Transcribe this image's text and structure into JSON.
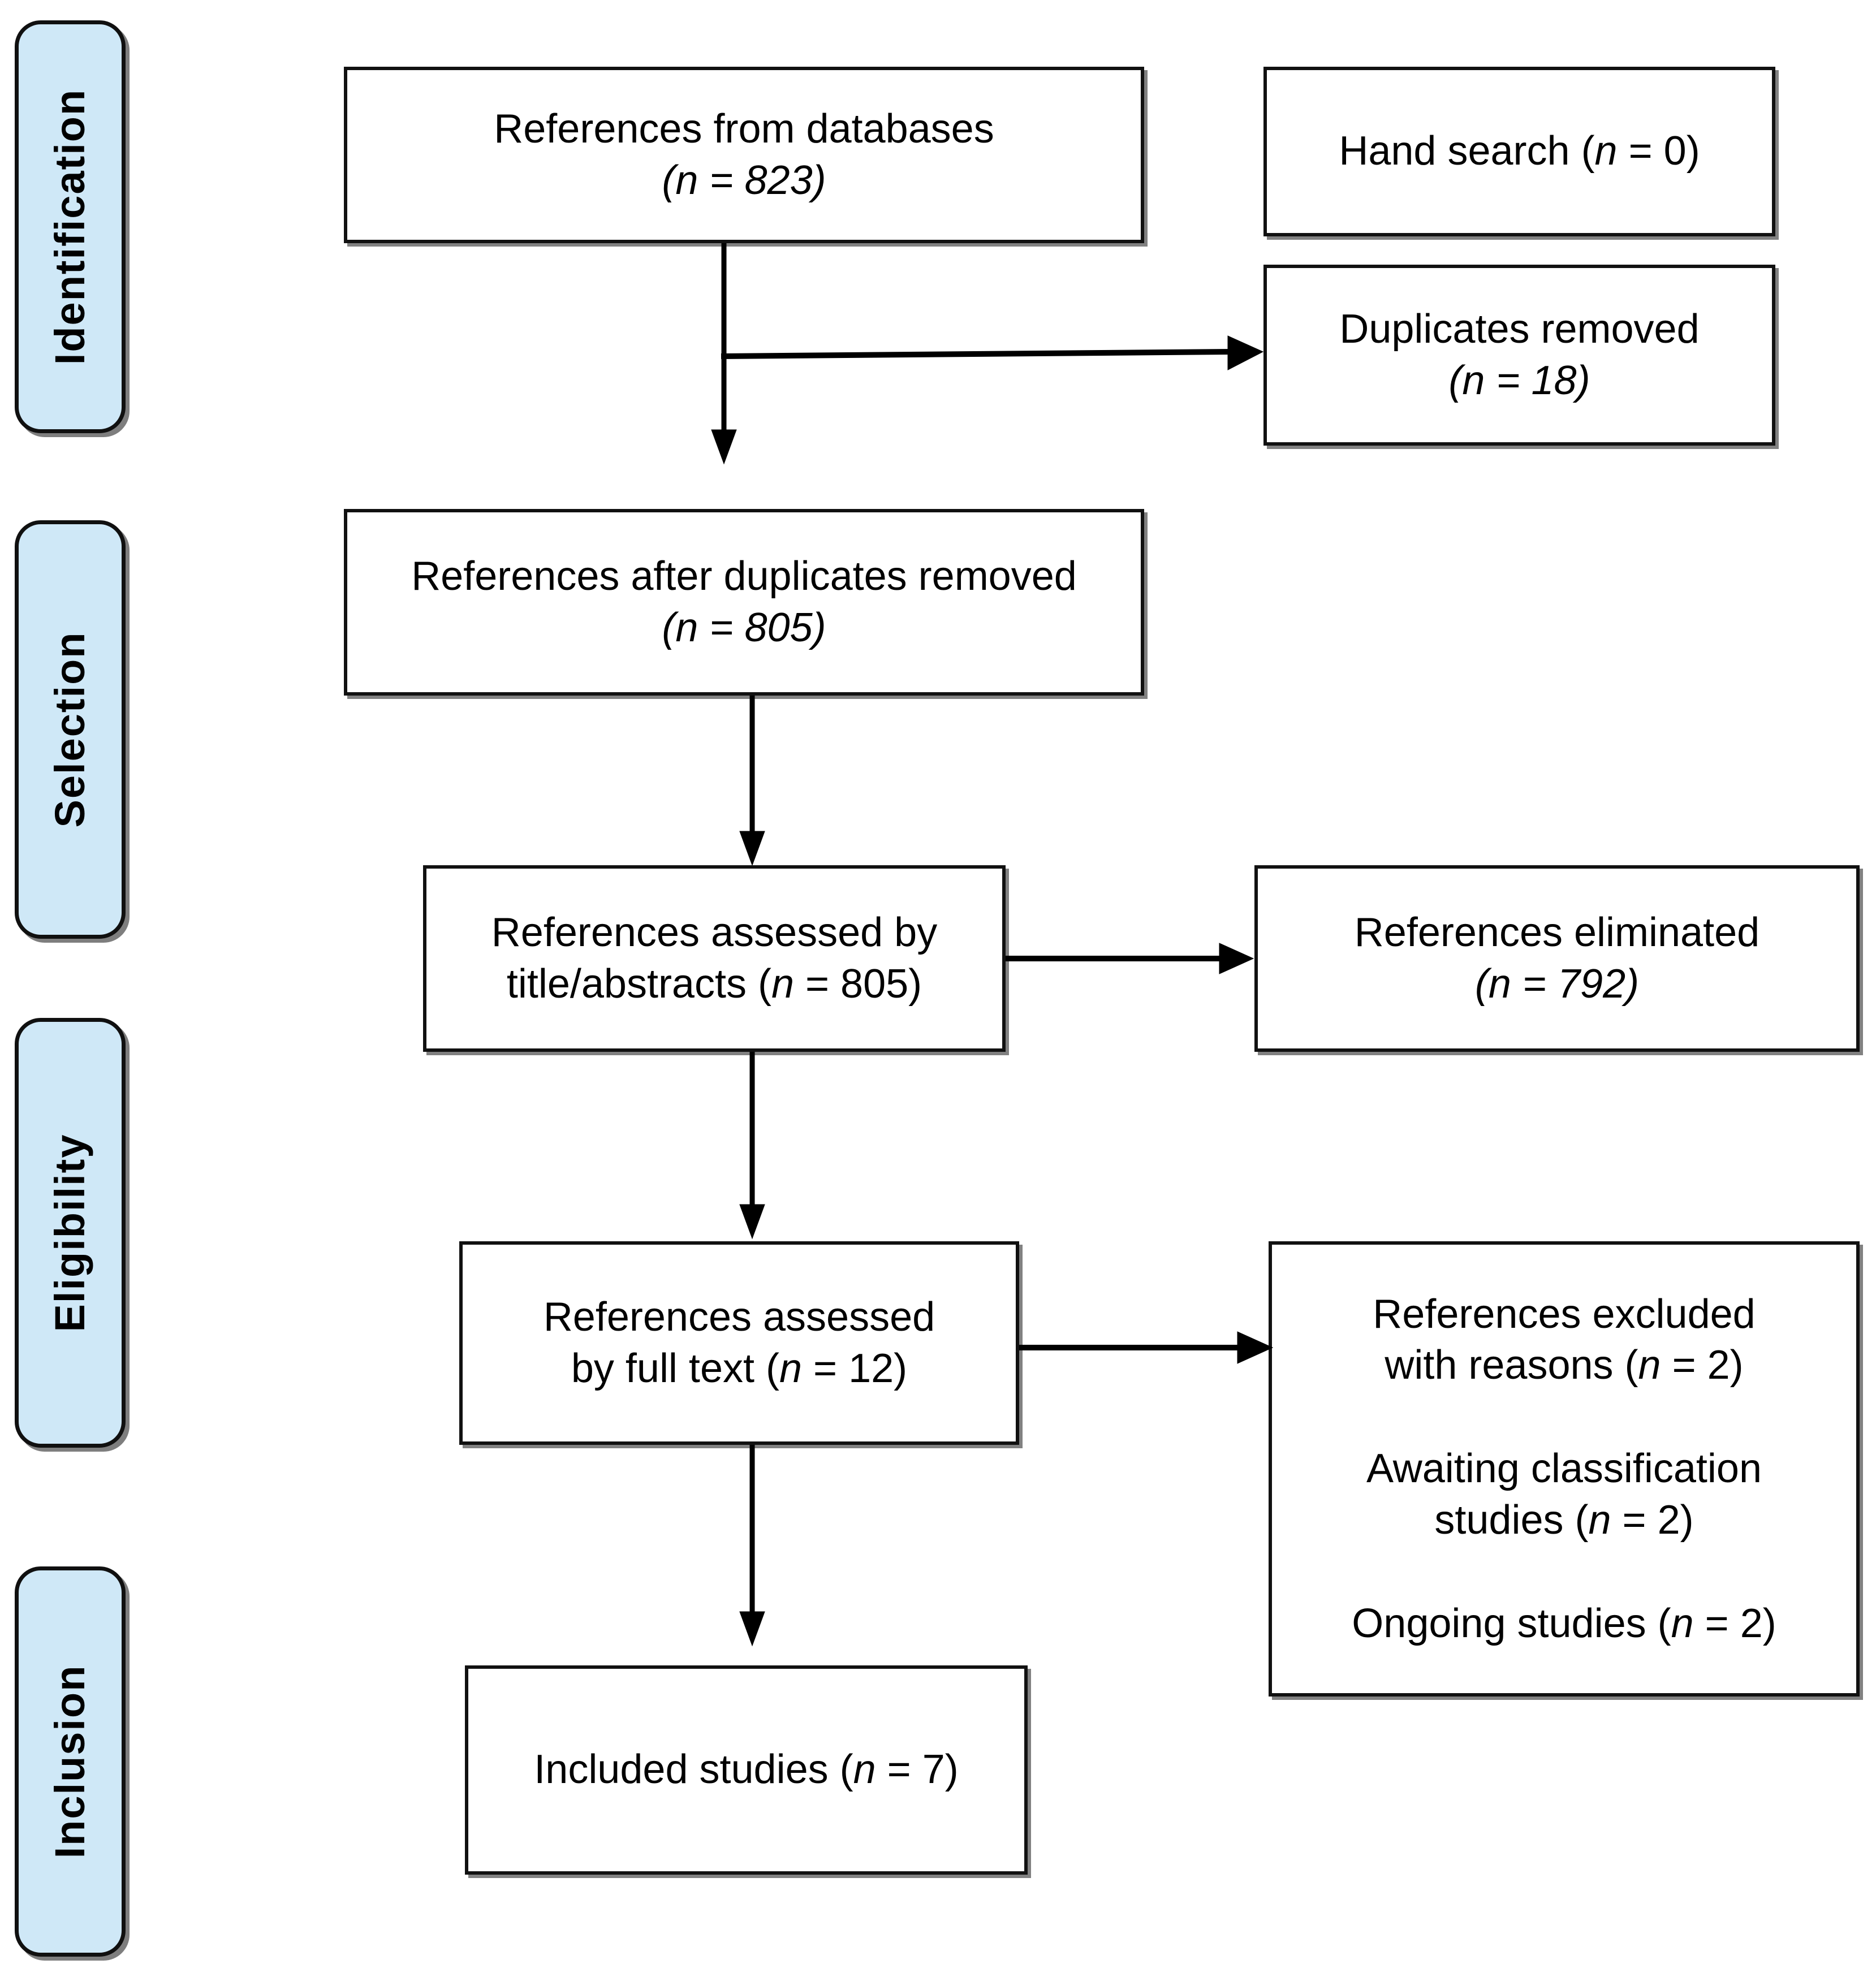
{
  "diagram": {
    "type": "prisma-flow-diagram",
    "title": "PRISMA study selection flow",
    "accent_color": "#cfe8f7",
    "line_color": "#000000",
    "box_fill": "#ffffff"
  },
  "stages": [
    {
      "id": "identification",
      "label": "Identification"
    },
    {
      "id": "selection",
      "label": "Selection"
    },
    {
      "id": "eligibility",
      "label": "Eligibility"
    },
    {
      "id": "inclusion",
      "label": "Inclusion"
    }
  ],
  "nodes": {
    "references_from_databases": {
      "line1": "References from databases",
      "line2": "( n = 823)",
      "count": 823
    },
    "hand_search": {
      "line1": "Hand search ( n = 0)",
      "count": 0
    },
    "duplicates_removed": {
      "line1": "Duplicates removed",
      "line2": "( n = 18)",
      "count": 18
    },
    "references_after_duplicates": {
      "line1": "References after duplicates removed",
      "line2": "( n = 805)",
      "count": 805
    },
    "assessed_title_abstract": {
      "line1": "References assessed by",
      "line2": "title/abstracts ( n = 805)",
      "count": 805
    },
    "references_eliminated": {
      "line1": "References eliminated",
      "line2": "( n = 792)",
      "count": 792
    },
    "assessed_full_text": {
      "line1": "References assessed",
      "line2": "by full text ( n = 12)",
      "count": 12
    },
    "excluded_reasons_group": {
      "item1_line1": "References excluded",
      "item1_line2": "with reasons ( n = 2)",
      "item1_count": 2,
      "item2_line1": "Awaiting classification",
      "item2_line2": "studies ( n = 2)",
      "item2_count": 2,
      "item3_line1": "Ongoing studies ( n = 2)",
      "item3_count": 2
    },
    "included_studies": {
      "line1": "Included studies ( n = 7)",
      "count": 7
    }
  },
  "connectors": [
    {
      "id": "db-to-after-duplicates",
      "from": "references_from_databases",
      "to": "references_after_duplicates",
      "direction": "down",
      "arrowhead": true
    },
    {
      "id": "db-to-duplicates-removed",
      "from": "references_from_databases",
      "to": "duplicates_removed",
      "direction": "right",
      "arrowhead": true
    },
    {
      "id": "after-duplicates-to-title-abstract",
      "from": "references_after_duplicates",
      "to": "assessed_title_abstract",
      "direction": "down",
      "arrowhead": true
    },
    {
      "id": "title-abstract-to-eliminated",
      "from": "assessed_title_abstract",
      "to": "references_eliminated",
      "direction": "right",
      "arrowhead": true
    },
    {
      "id": "title-abstract-to-full-text",
      "from": "assessed_title_abstract",
      "to": "assessed_full_text",
      "direction": "down",
      "arrowhead": true
    },
    {
      "id": "full-text-to-excluded",
      "from": "assessed_full_text",
      "to": "excluded_reasons_group",
      "direction": "right",
      "arrowhead": true
    },
    {
      "id": "full-text-to-included",
      "from": "assessed_full_text",
      "to": "included_studies",
      "direction": "down",
      "arrowhead": true
    }
  ]
}
